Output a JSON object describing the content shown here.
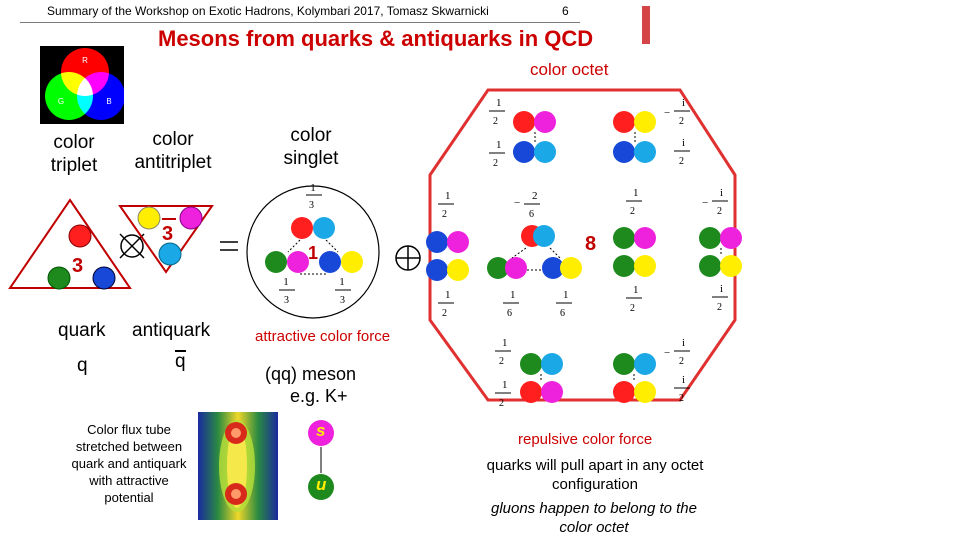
{
  "header": {
    "summary": "Summary of the Workshop on Exotic Hadrons, Kolymbari 2017, Tomasz Skwarnicki",
    "page": "6"
  },
  "title": "Mesons from quarks & antiquarks in QCD",
  "colors": {
    "title": "#cc0000",
    "red": "#ff1f1f",
    "green": "#1e8a1e",
    "blue": "#1848d8",
    "cyan": "#1aa8e6",
    "magenta": "#ee22dd",
    "yellow": "#ffee00",
    "accent_bar": "#d64545"
  },
  "color_wheel": {
    "r": "R",
    "g": "G",
    "b": "B"
  },
  "labels": {
    "color_triplet": "color triplet",
    "color_antitriplet": "color antitriplet",
    "color_singlet": "color singlet",
    "color_octet": "color octet",
    "triplet_num": "3",
    "antitriplet_num": "3",
    "singlet_num": "1",
    "octet_num": "8",
    "quark": "quark",
    "antiquark": "antiquark",
    "q": "q",
    "qbar": "q",
    "attractive": "attractive color force",
    "meson": "(qq) meson",
    "example": "e.g. K+",
    "flux_tube": "Color flux tube stretched between quark and antiquark with attractive potential",
    "s": "s",
    "u": "u",
    "repulsive": "repulsive color force",
    "pull_apart": "quarks will pull apart in any octet configuration",
    "gluons": "gluons happen to belong to the color octet"
  },
  "coefficients": {
    "one": "1",
    "two": "2",
    "three": "3",
    "six": "6",
    "i": "i",
    "minus": "−"
  }
}
